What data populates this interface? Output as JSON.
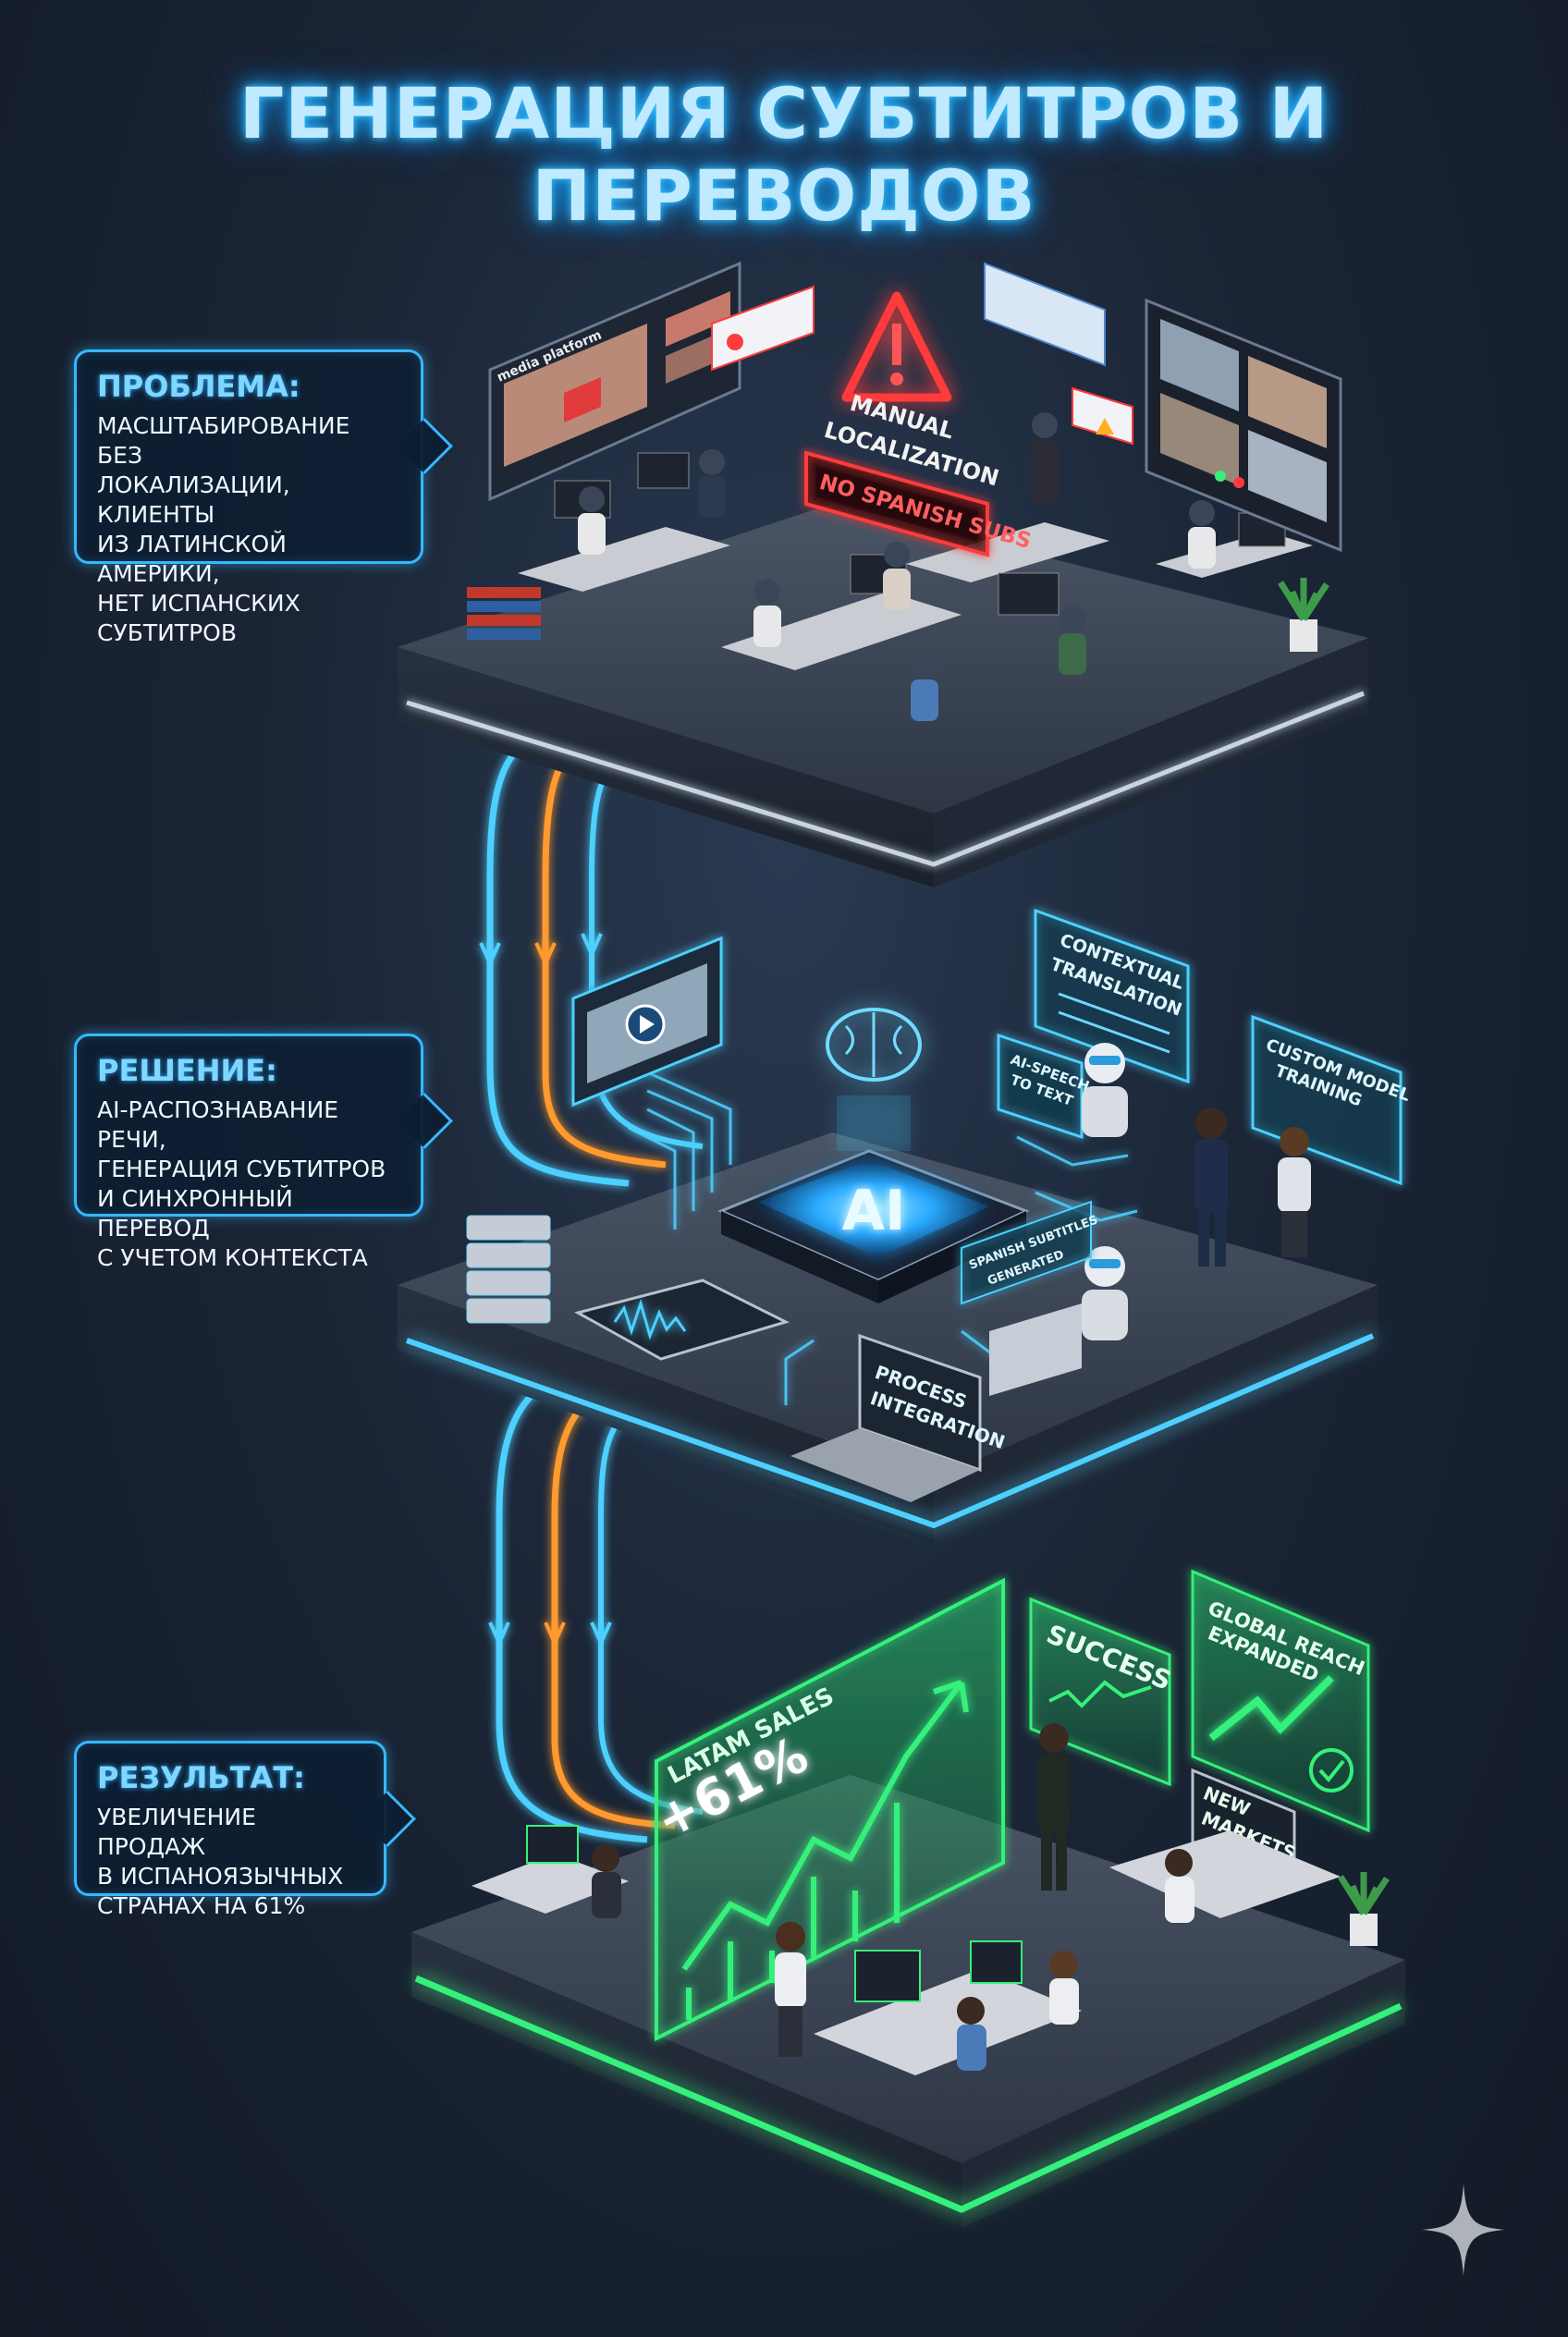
{
  "title": "ГЕНЕРАЦИЯ СУБТИТРОВ И ПЕРЕВОДОВ",
  "sections": {
    "problem": {
      "heading": "ПРОБЛЕМА:",
      "lines": [
        "МАСШТАБИРОВАНИЕ БЕЗ",
        "ЛОКАЛИЗАЦИИ, КЛИЕНТЫ",
        "ИЗ ЛАТИНСКОЙ АМЕРИКИ,",
        "НЕТ ИСПАНСКИХ",
        "СУБТИТРОВ"
      ]
    },
    "solution": {
      "heading": "РЕШЕНИЕ:",
      "lines": [
        "AI-РАСПОЗНАВАНИЕ РЕЧИ,",
        "ГЕНЕРАЦИЯ СУБТИТРОВ",
        "И СИНХРОННЫЙ ПЕРЕВОД",
        "С УЧЕТОМ КОНТЕКСТА"
      ]
    },
    "result": {
      "heading": "РЕЗУЛЬТАТ:",
      "lines": [
        "УВЕЛИЧЕНИЕ ПРОДАЖ",
        "В ИСПАНОЯЗЫЧНЫХ",
        "СТРАНАХ НА 61%"
      ]
    }
  },
  "scene_labels": {
    "media_platform": "media platform",
    "manual_1": "MANUAL",
    "manual_2": "LOCALIZATION",
    "no_spanish_subs": "NO SPANISH SUBS",
    "contextual_1": "CONTEXTUAL",
    "contextual_2": "TRANSLATION",
    "ai_speech_1": "AI-SPEECH",
    "ai_speech_2": "TO TEXT",
    "custom_1": "CUSTOM MODEL",
    "custom_2": "TRAINING",
    "ai_chip": "AI",
    "spanish_1": "SPANISH SUBTITLES",
    "spanish_2": "GENERATED",
    "process_1": "PROCESS",
    "process_2": "INTEGRATION",
    "latam_sales": "LATAM SALES",
    "latam_pct": "+61%",
    "success": "SUCCESS",
    "global_1": "GLOBAL REACH",
    "global_2": "EXPANDED",
    "new_markets_1": "NEW",
    "new_markets_2": "MARKETS"
  },
  "colors": {
    "neon_blue": "#4dd0ff",
    "neon_orange": "#ff9a2e",
    "alert_red": "#ff3b3b",
    "success_green": "#35f07a"
  }
}
